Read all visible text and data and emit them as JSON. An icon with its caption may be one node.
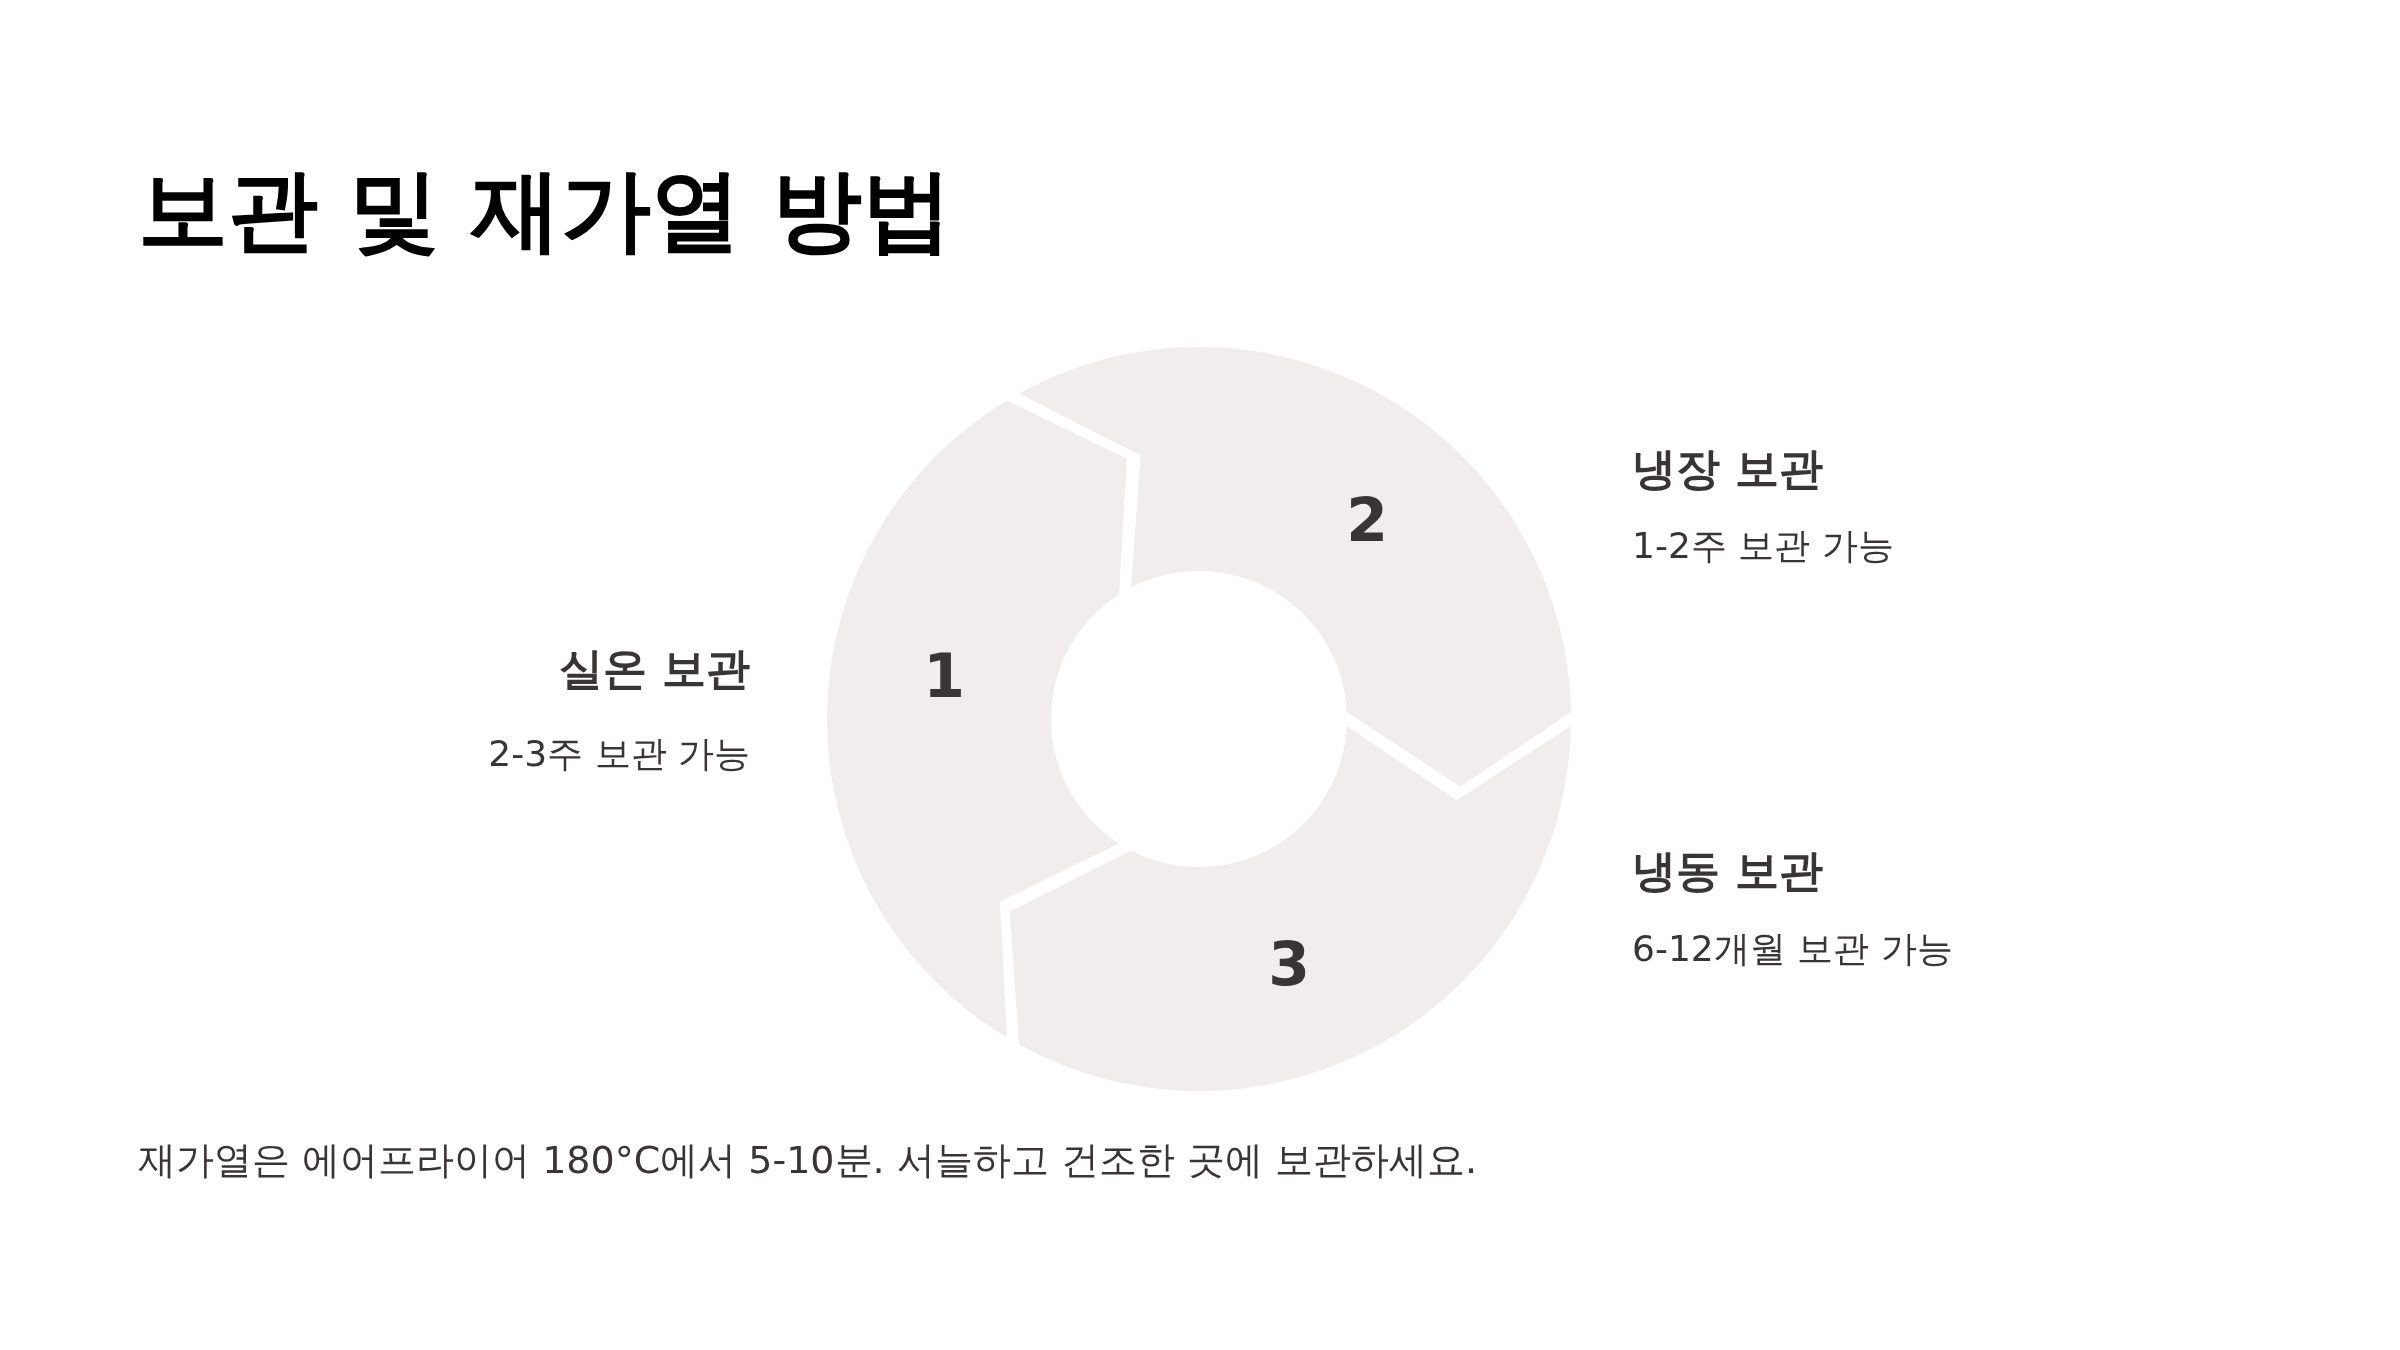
{
  "diagram": {
    "title": "보관 및 재가열 방법",
    "nodes": [
      {
        "text": [
          "1"
        ],
        "beside": [
          "실온 보관",
          "2-3주 보관 가능"
        ]
      },
      {
        "text": [
          "2"
        ],
        "beside": [
          "냉장 보관",
          "1-2주 보관 가능"
        ]
      },
      {
        "text": [
          "3"
        ],
        "beside": [
          "냉동 보관",
          "6-12개월 보관 가능"
        ]
      }
    ],
    "labels": [
      "재가열은 에어프라이어 180°C에서 5-10분. 서늘하고 건조한 곳에 보관하세요."
    ]
  }
}
